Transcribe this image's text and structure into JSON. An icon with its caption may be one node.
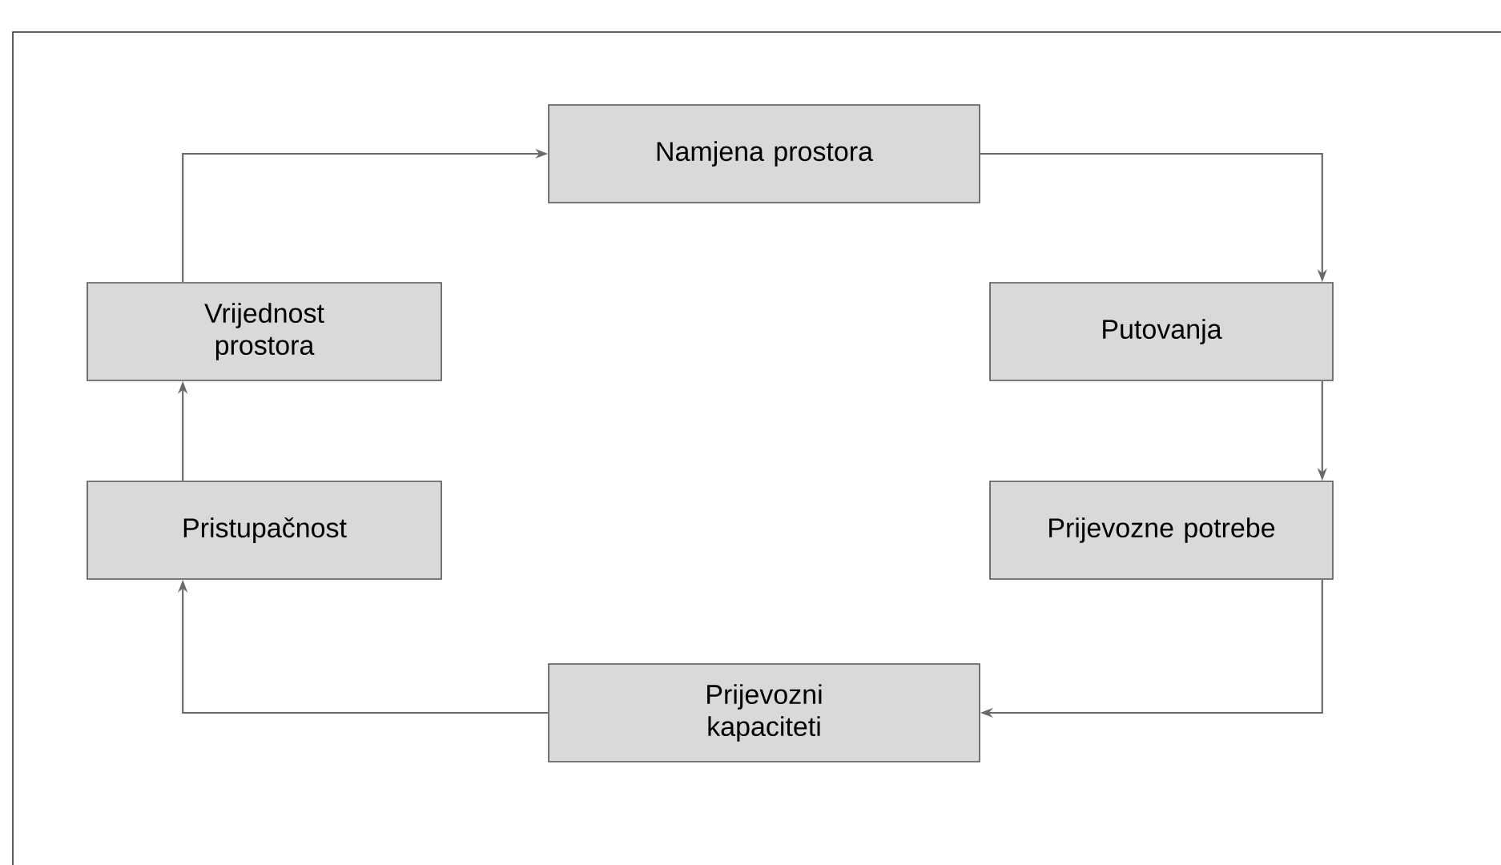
{
  "diagram": {
    "nodes": [
      {
        "text": [
          "Namjena prostora"
        ]
      },
      {
        "text": [
          "Putovanja"
        ]
      },
      {
        "text": [
          "Prijevozne potrebe"
        ]
      },
      {
        "text": [
          "Prijevozni kapaciteti"
        ]
      },
      {
        "text": [
          "Pristupačnost"
        ]
      },
      {
        "text": [
          "Vrijednost prostora"
        ]
      }
    ],
    "edges": [
      {
        "from": 0,
        "to": 1,
        "arrow": "to"
      },
      {
        "from": 1,
        "to": 2,
        "arrow": "to"
      },
      {
        "from": 2,
        "to": 3,
        "arrow": "to"
      },
      {
        "from": 3,
        "to": 4,
        "arrow": "to"
      },
      {
        "from": 4,
        "to": 5,
        "arrow": "to"
      },
      {
        "from": 5,
        "to": 0,
        "arrow": "to"
      }
    ]
  }
}
